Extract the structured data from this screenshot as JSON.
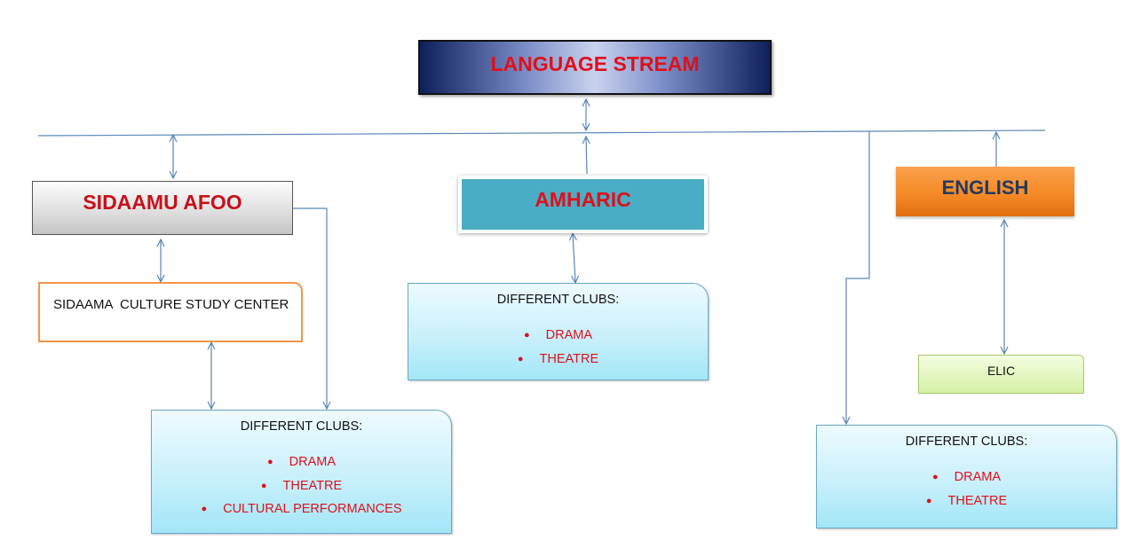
{
  "root": {
    "label": "LANGUAGE STREAM"
  },
  "streams": {
    "sidaamu": {
      "label": "SIDAAMU AFOO"
    },
    "amharic": {
      "label": "AMHARIC"
    },
    "english": {
      "label": "ENGLISH"
    }
  },
  "culture_center": {
    "label": "SIDAAMA  CULTURE STUDY CENTER"
  },
  "elic": {
    "label": "ELIC"
  },
  "clubs": {
    "sidaamu": {
      "heading": "DIFFERENT CLUBS:",
      "items": [
        "DRAMA",
        "THEATRE",
        "CULTURAL PERFORMANCES"
      ]
    },
    "amharic": {
      "heading": "DIFFERENT CLUBS:",
      "items": [
        "DRAMA",
        "THEATRE"
      ]
    },
    "english": {
      "heading": "DIFFERENT CLUBS:",
      "items": [
        "DRAMA",
        "THEATRE"
      ]
    }
  },
  "colors": {
    "title_red": "#e0101a",
    "connector": "#5b86b8",
    "amharic_fill": "#49adc6",
    "english_fill": "#f58a26",
    "clubs_fill": "#c9f0fb"
  }
}
